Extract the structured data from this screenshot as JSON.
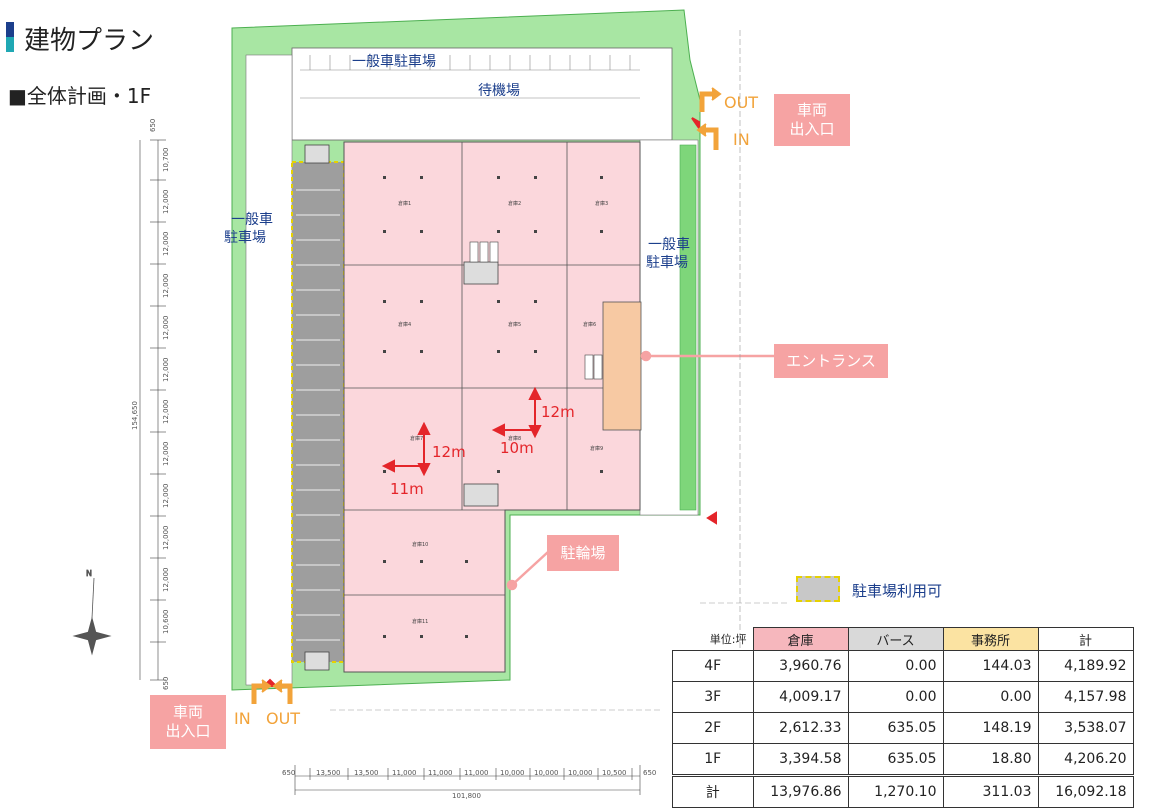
{
  "page": {
    "title": "建物プラン",
    "subtitle": "■全体計画・1F"
  },
  "labels": {
    "parking_top": "一般車駐車場",
    "waiting": "待機場",
    "parking_left": [
      "一般車",
      "駐車場"
    ],
    "parking_right": [
      "一般車",
      "駐車場"
    ],
    "out_top": "OUT",
    "in_top": "IN",
    "in_bottom": "IN",
    "out_bottom": "OUT",
    "dim_12m_a": "12m",
    "dim_11m": "11m",
    "dim_12m_b": "12m",
    "dim_10m": "10m",
    "overall_height": "154,650",
    "overall_width": "101,800",
    "edge_dim": "650",
    "column_spans_left": [
      "10,700",
      "12,000",
      "12,000",
      "12,000",
      "12,000",
      "12,000",
      "12,000",
      "12,000",
      "12,000",
      "12,000",
      "12,000",
      "10,600"
    ],
    "bottom_spans": [
      "13,500",
      "13,500",
      "11,000",
      "11,000",
      "11,000",
      "10,000",
      "10,000",
      "10,000",
      "10,500"
    ],
    "room_labels": [
      "倉庫1",
      "倉庫2",
      "倉庫3",
      "倉庫4",
      "倉庫5",
      "倉庫6",
      "倉庫7",
      "倉庫8",
      "倉庫9",
      "倉庫10",
      "倉庫11"
    ]
  },
  "callouts": {
    "vehicle_entrance_top": [
      "車両",
      "出入口"
    ],
    "entrance": "エントランス",
    "bicycle": "駐輪場",
    "vehicle_entrance_bottom": [
      "車両",
      "出入口"
    ]
  },
  "legend": {
    "label": "駐車場利用可"
  },
  "table": {
    "unit": "単位:坪",
    "headers": [
      "倉庫",
      "バース",
      "事務所",
      "計"
    ],
    "header_colors": [
      "#f6b7bd",
      "#d9d9d9",
      "#fbe3a2",
      "#ffffff"
    ],
    "rows": [
      {
        "floor": "4F",
        "values": [
          "3,960.76",
          "0.00",
          "144.03",
          "4,189.92"
        ]
      },
      {
        "floor": "3F",
        "values": [
          "4,009.17",
          "0.00",
          "0.00",
          "4,157.98"
        ]
      },
      {
        "floor": "2F",
        "values": [
          "2,612.33",
          "635.05",
          "148.19",
          "3,538.07"
        ]
      },
      {
        "floor": "1F",
        "values": [
          "3,394.58",
          "635.05",
          "18.80",
          "4,206.20"
        ]
      }
    ],
    "total": {
      "floor": "計",
      "values": [
        "13,976.86",
        "1,270.10",
        "311.03",
        "16,092.18"
      ]
    }
  },
  "colors": {
    "green_area": "#a8e6a3",
    "warehouse": "#fbd7dc",
    "berth": "#9e9e9e",
    "office": "#f7c9a3",
    "callout": "#f6a3a3",
    "arrow_orange": "#f2a33a",
    "label_blue": "#1c3f8c",
    "dim_red": "#e4252a"
  }
}
